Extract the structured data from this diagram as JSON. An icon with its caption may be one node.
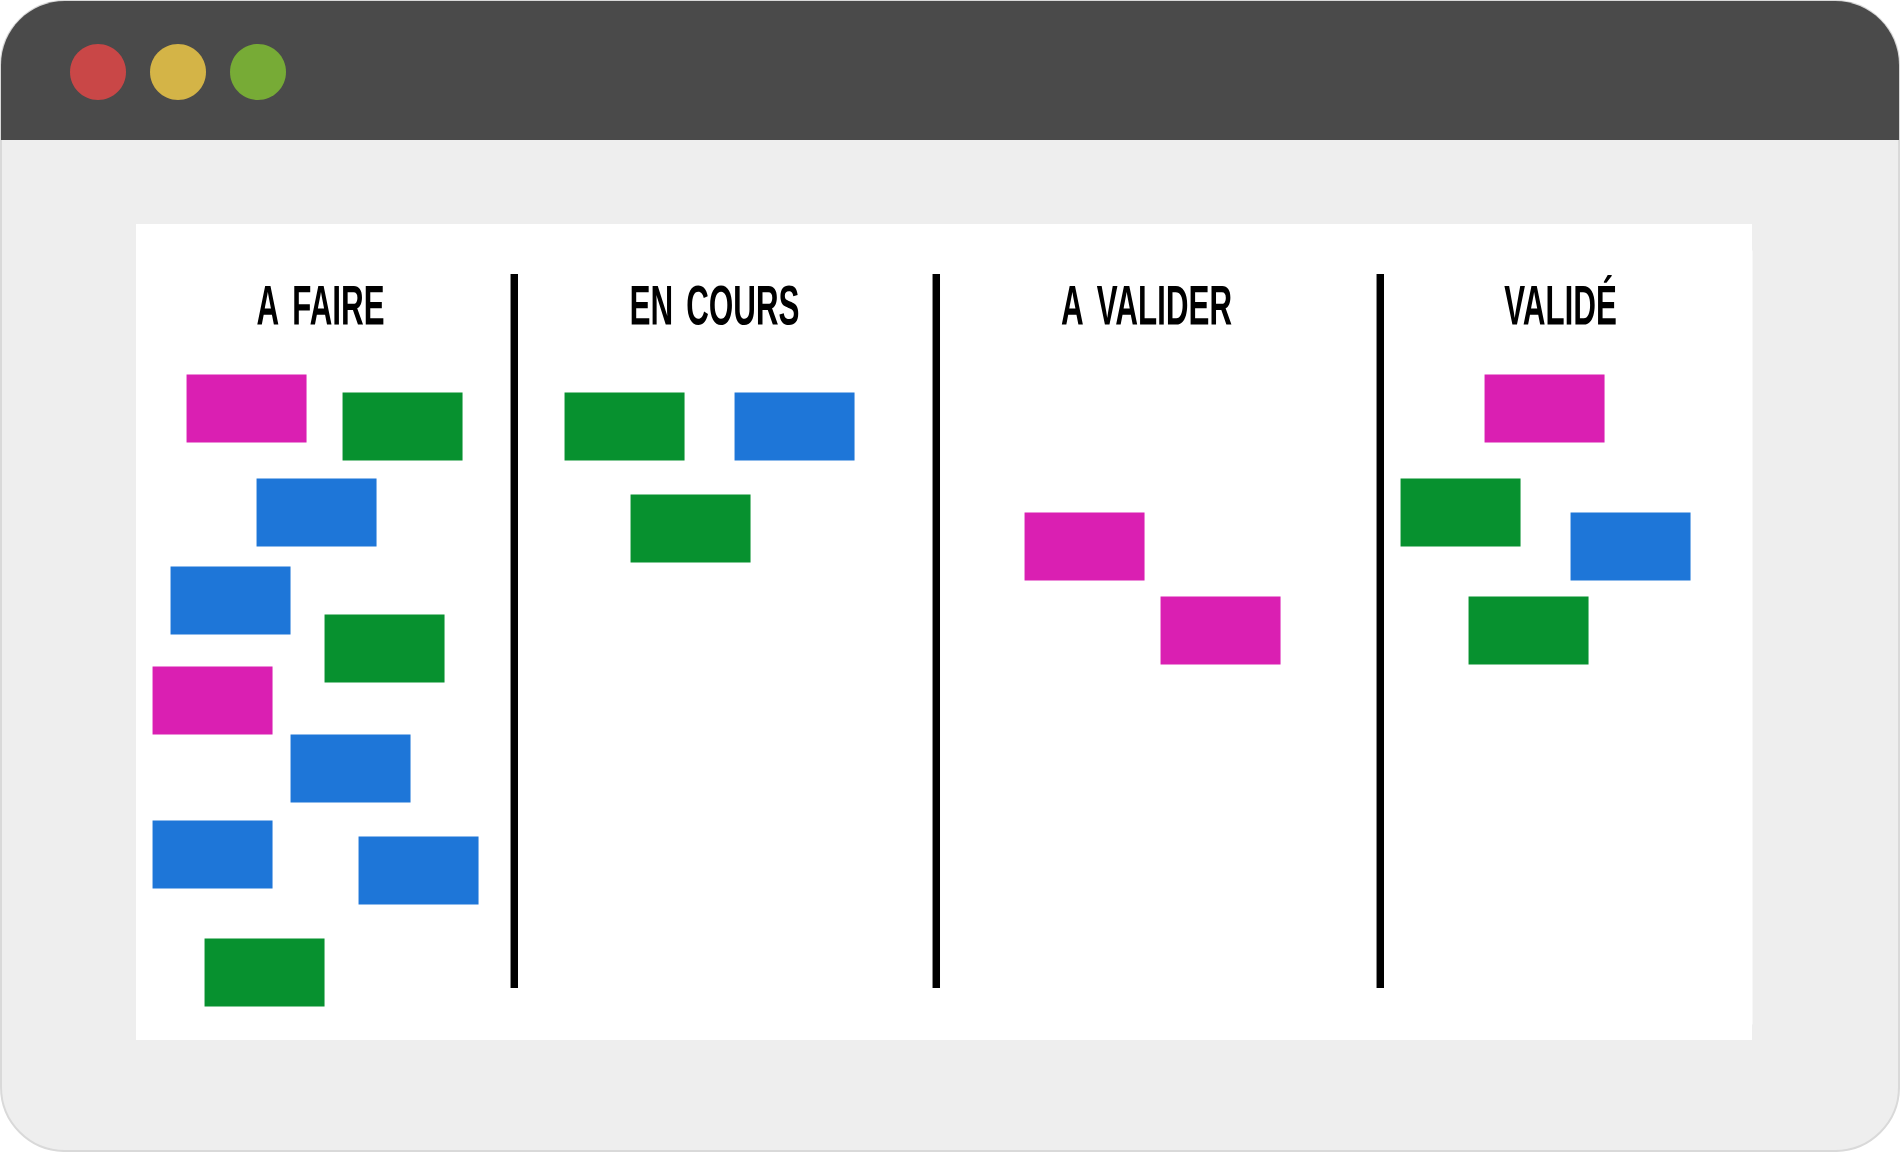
{
  "diagram": {
    "nodes": [
      {
        "text": [
          "A FAIRE"
        ]
      },
      {
        "text": [],
        "shape": "box",
        "in": 0
      },
      {
        "text": [],
        "shape": "box",
        "in": 0
      },
      {
        "text": [],
        "shape": "box",
        "in": 0
      },
      {
        "text": [],
        "shape": "box",
        "in": 0
      },
      {
        "text": [],
        "shape": "box",
        "in": 0
      },
      {
        "text": [],
        "shape": "box",
        "in": 0
      },
      {
        "text": [],
        "shape": "box",
        "in": 0
      },
      {
        "text": [],
        "shape": "box",
        "in": 0
      },
      {
        "text": [],
        "shape": "box",
        "in": 0
      },
      {
        "text": [],
        "shape": "box",
        "in": 0
      },
      {
        "text": [
          "EN COURS"
        ]
      },
      {
        "text": [],
        "shape": "box",
        "in": 11
      },
      {
        "text": [],
        "shape": "box",
        "in": 11
      },
      {
        "text": [],
        "shape": "box",
        "in": 11
      },
      {
        "text": [
          "A VALIDER"
        ]
      },
      {
        "text": [],
        "shape": "box",
        "in": 15
      },
      {
        "text": [],
        "shape": "box",
        "in": 15
      },
      {
        "text": [
          "VALIDÉ"
        ]
      },
      {
        "text": [],
        "shape": "box",
        "in": 18
      },
      {
        "text": [],
        "shape": "box",
        "in": 18
      },
      {
        "text": [],
        "shape": "box",
        "in": 18
      },
      {
        "text": [],
        "shape": "box",
        "in": 18
      }
    ]
  }
}
